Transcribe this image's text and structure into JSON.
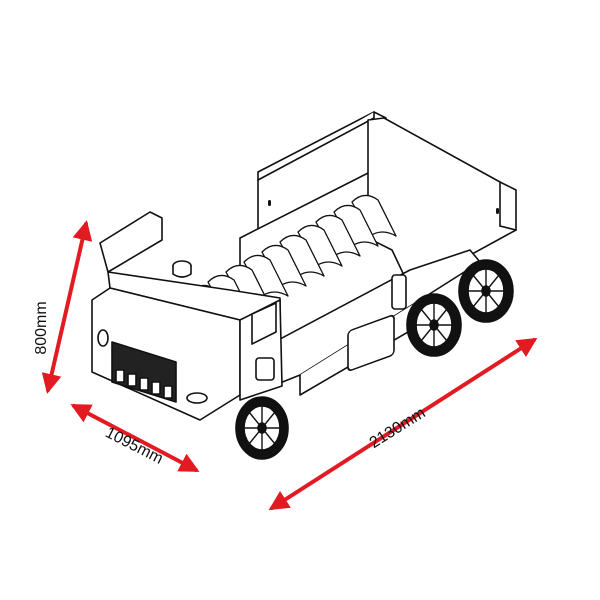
{
  "colors": {
    "background": "#ffffff",
    "line": "#111111",
    "arrow": "#e21b23",
    "tyre": "#111111",
    "grille": "#222222"
  },
  "dimensions": {
    "height": "800mm",
    "width": "1095mm",
    "length": "2130mm"
  }
}
